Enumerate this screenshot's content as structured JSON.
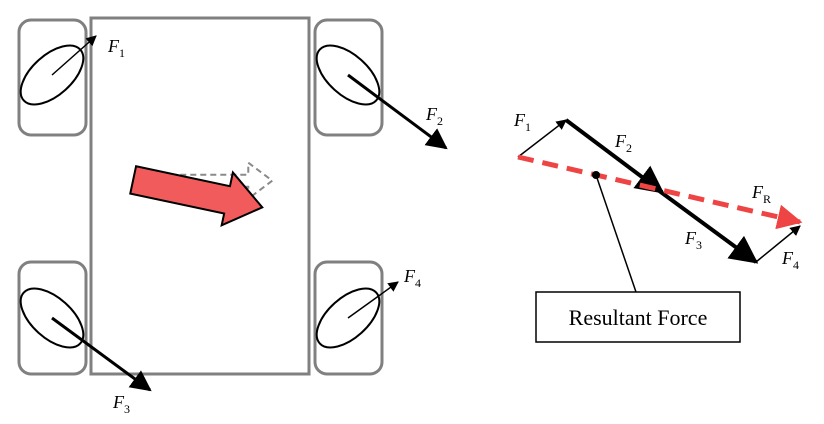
{
  "colors": {
    "frame": "#808080",
    "stroke": "#000000",
    "arrow_fill": "#f15b5b",
    "resultant": "#ee4444",
    "ghost": "#8a8a8a"
  },
  "wheels": {
    "front_left": {
      "force": {
        "letter": "F",
        "sub": "1"
      }
    },
    "front_right": {
      "force": {
        "letter": "F",
        "sub": "2"
      }
    },
    "rear_left": {
      "force": {
        "letter": "F",
        "sub": "3"
      }
    },
    "rear_right": {
      "force": {
        "letter": "F",
        "sub": "4"
      }
    }
  },
  "vector_diagram": {
    "f1": {
      "letter": "F",
      "sub": "1"
    },
    "f2": {
      "letter": "F",
      "sub": "2"
    },
    "f3": {
      "letter": "F",
      "sub": "3"
    },
    "f4": {
      "letter": "F",
      "sub": "4"
    },
    "fr": {
      "letter": "F",
      "sub": "R"
    },
    "resultant_label": "Resultant Force"
  },
  "icons": {
    "motion": "direction-arrow-icon"
  }
}
